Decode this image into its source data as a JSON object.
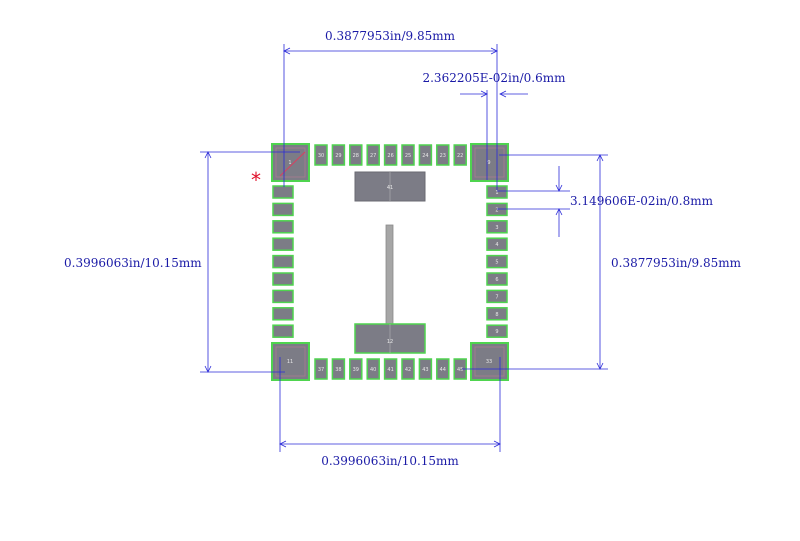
{
  "dimensions": {
    "top_width": "0.3877953in/9.85mm",
    "pad_width": "2.362205E-02in/0.6mm",
    "pad_pitch": "3.149606E-02in/0.8mm",
    "left_height": "0.3996063in/10.15mm",
    "right_height": "0.3877953in/9.85mm",
    "bottom_width": "0.3996063in/10.15mm"
  },
  "pin1_marker": "*",
  "pads": {
    "top": [
      "1",
      "30",
      "29",
      "28",
      "27",
      "26",
      "25",
      "24",
      "23",
      "22",
      "9"
    ],
    "right_labels": [
      "1",
      "2",
      "3",
      "4",
      "5",
      "6",
      "7",
      "8",
      "9"
    ],
    "left_labels": [
      "",
      "",
      "",
      "",
      "",
      "",
      "",
      "",
      ""
    ],
    "bottom": [
      "11",
      "37",
      "38",
      "39",
      "40",
      "41",
      "42",
      "43",
      "44",
      "45",
      "33"
    ],
    "center_top": "41",
    "center_bottom": "12"
  },
  "colors": {
    "dimension_line": "#2a2ad8",
    "pad_fill": "#7c7c86",
    "pad_outline": "#4fd44f",
    "body_fill": "#888888",
    "pin1_marker": "#e0102a"
  }
}
